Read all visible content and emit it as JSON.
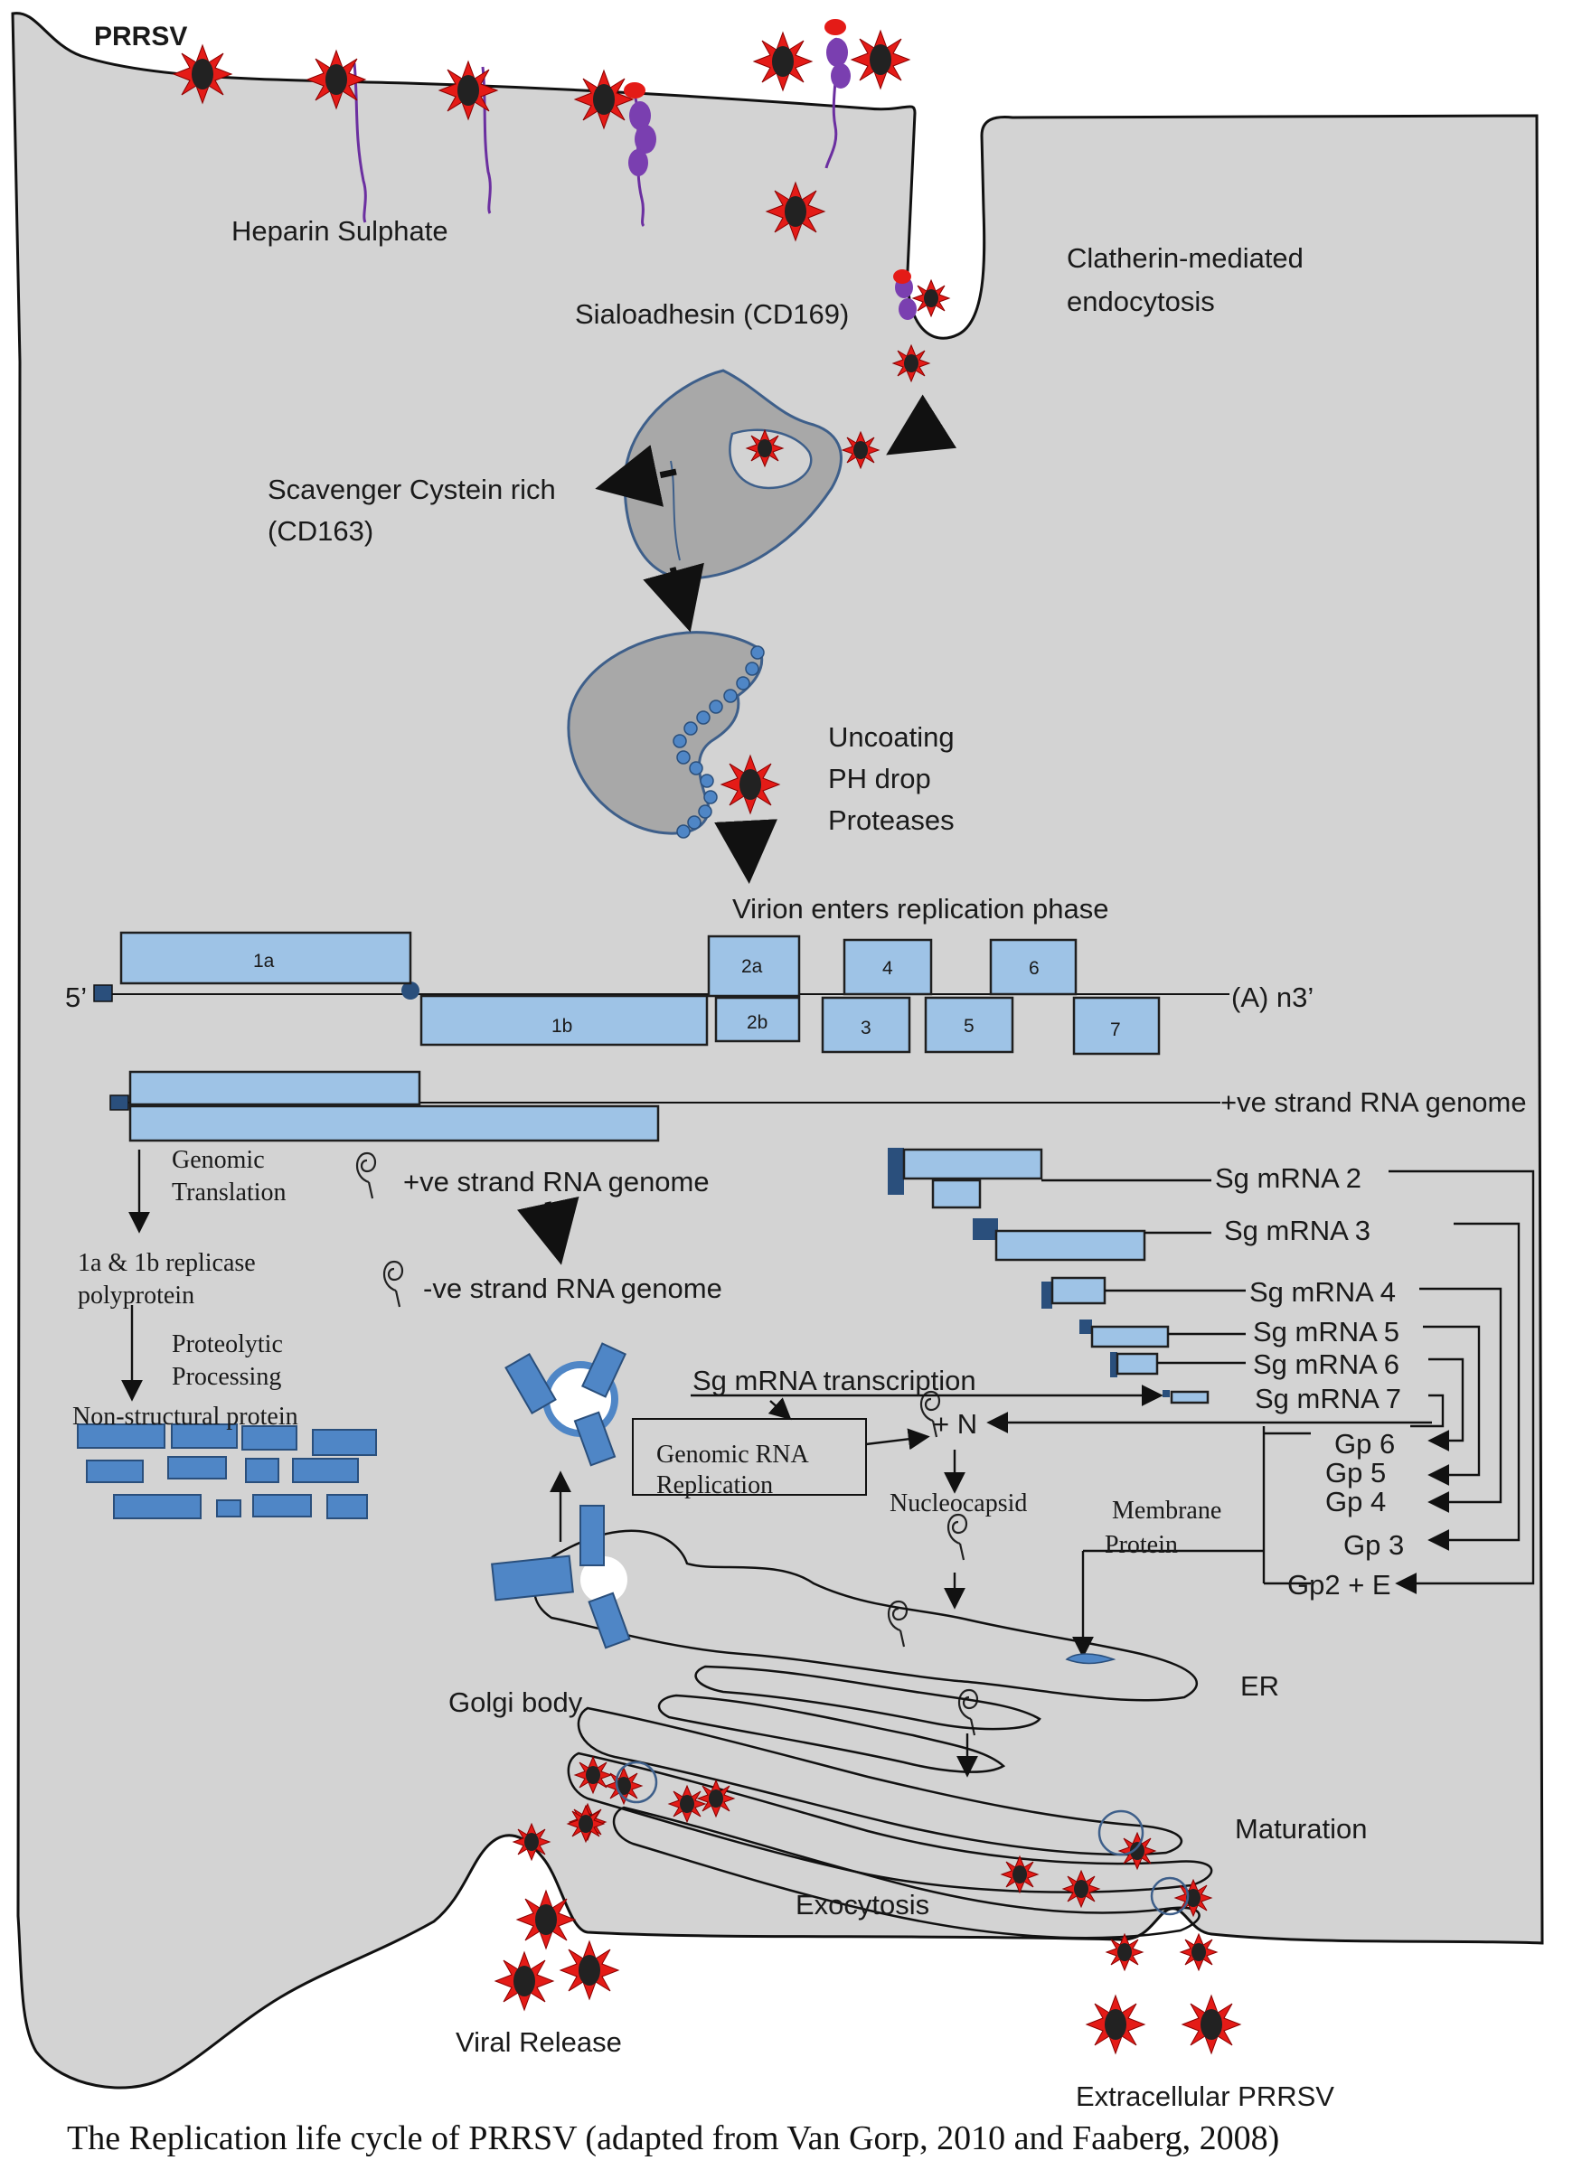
{
  "labels": {
    "prrsv": "PRRSV",
    "heparin": "Heparin Sulphate",
    "sialoadhesin": "Sialoadhesin (CD169)",
    "clathrin_1": "Clatherin-mediated",
    "clathrin_2": "endocytosis",
    "scavenger_1": "Scavenger Cystein rich",
    "scavenger_2": "(CD163)",
    "uncoating": "Uncoating",
    "ph_drop": "PH drop",
    "proteases": "Proteases",
    "virion_enters": "Virion enters replication phase",
    "five_prime": "5’",
    "three_prime": "(A) n3’",
    "pos_strand_genome": "+ve strand RNA genome",
    "pos_strand_genome_2": "+ve strand RNA genome",
    "neg_strand_genome": "-ve strand RNA genome",
    "genomic_1": "Genomic",
    "genomic_2": "Translation",
    "replicase_1": "1a & 1b replicase",
    "replicase_2": "polyprotein",
    "proteolytic_1": "Proteolytic",
    "proteolytic_2": "Processing",
    "non_structural": "Non-structural protein",
    "sg_transcription": "Sg mRNA transcription",
    "genomic_replication_1": "Genomic RNA",
    "genomic_replication_2": "Replication",
    "plus_n": "+ N",
    "nucleocapsid": "Nucleocapsid",
    "membrane_1": "Membrane",
    "membrane_2": "Protein",
    "er": "ER",
    "golgi": "Golgi body",
    "maturation": "Maturation",
    "exocytosis": "Exocytosis",
    "viral_release": "Viral Release",
    "extracellular": "Extracellular PRRSV"
  },
  "orfs": {
    "o1a": "1a",
    "o1b": "1b",
    "o2a": "2a",
    "o2b": "2b",
    "o3": "3",
    "o4": "4",
    "o5": "5",
    "o6": "6",
    "o7": "7"
  },
  "sg_mrnas": [
    "Sg mRNA 2",
    "Sg mRNA 3",
    "Sg mRNA 4",
    "Sg mRNA 5",
    "Sg mRNA 6",
    "Sg mRNA 7"
  ],
  "glycoproteins": [
    "Gp 6",
    "Gp 5",
    "Gp 4",
    "Gp 3",
    "Gp2 + E"
  ],
  "caption": "The Replication life cycle of PRRSV (adapted from Van Gorp, 2010 and Faaberg, 2008)",
  "colors": {
    "cell": "#d3d3d3",
    "orf_box": "#9ec3e6",
    "protein": "#4f86c6",
    "virion_spike": "#e41b17",
    "virion_core": "#222222"
  }
}
